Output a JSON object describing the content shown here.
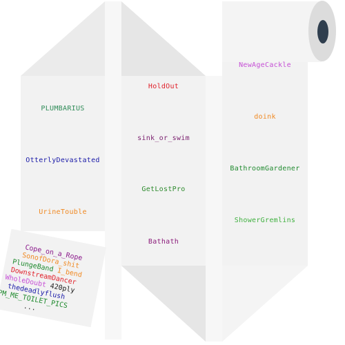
{
  "panel1": {
    "items": [
      {
        "text": "PLUMBARIUS",
        "color": "#2e8b57"
      },
      {
        "text": "OtterlyDevastated",
        "color": "#1a1aa8"
      },
      {
        "text": "UrineTouble",
        "color": "#f08a24"
      }
    ]
  },
  "panel2": {
    "items": [
      {
        "text": "HoldOut",
        "color": "#e0202a"
      },
      {
        "text": "sink_or_swim",
        "color": "#7a1f6e"
      },
      {
        "text": "GetLostPro",
        "color": "#2e8b2e"
      },
      {
        "text": "Bathath",
        "color": "#8b1a7a"
      }
    ]
  },
  "panel3": {
    "items": [
      {
        "text": "NewAgeCackle",
        "color": "#c64fd6"
      },
      {
        "text": "doink",
        "color": "#f08a24"
      },
      {
        "text": "BathroomGardener",
        "color": "#1f8a2e"
      },
      {
        "text": "ShowerGremlins",
        "color": "#3fb03f"
      }
    ]
  },
  "scrap": {
    "lines": [
      [
        {
          "text": "Cope_on_a_Rope",
          "color": "#8b1a8b"
        }
      ],
      [
        {
          "text": "SonofDora_shit",
          "color": "#f08a24"
        }
      ],
      [
        {
          "text": "PlungeBand",
          "color": "#1f8a2e"
        },
        {
          "text": "I_bend",
          "color": "#f08a24"
        }
      ],
      [
        {
          "text": "DownstreamDancer",
          "color": "#e0202a"
        }
      ],
      [
        {
          "text": "WholeDoubt",
          "color": "#c64fd6"
        },
        {
          "text": "420ply",
          "color": "#222222"
        }
      ],
      [
        {
          "text": "thedeadlyflush",
          "color": "#1a1aa8"
        }
      ],
      [
        {
          "text": "PM_ME_TOILET_PICS",
          "color": "#1f8a2e"
        }
      ],
      [
        {
          "text": "...",
          "color": "#333333"
        }
      ]
    ]
  },
  "colors": {
    "paper": "#f2f2f2",
    "paper_fold": "#e6e6e6",
    "roll_core_outer": "#dcdcdc",
    "roll_core_hole": "#2f3e4e"
  }
}
